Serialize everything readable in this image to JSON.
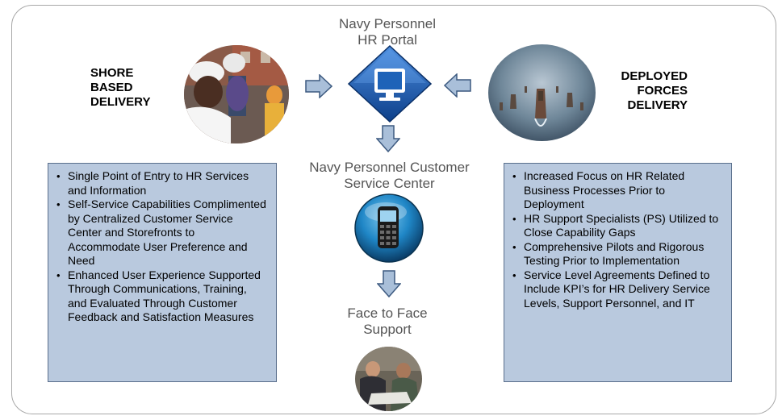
{
  "portal": {
    "title_line1": "Navy Personnel",
    "title_line2": "HR Portal",
    "icon": "computer-monitor-icon"
  },
  "customer_service": {
    "title_line1": "Navy Personnel Customer",
    "title_line2": "Service Center",
    "icon": "mobile-phone-icon"
  },
  "face_to_face": {
    "title_line1": "Face to Face",
    "title_line2": "Support"
  },
  "shore": {
    "label_line1": "SHORE",
    "label_line2": "BASED",
    "label_line3": "DELIVERY"
  },
  "deployed": {
    "label_line1": "DEPLOYED",
    "label_line2": "FORCES",
    "label_line3": "DELIVERY"
  },
  "left_bullets": [
    "Single Point of Entry to HR Services and Information",
    "Self-Service Capabilities Complimented by Centralized Customer Service Center and Storefronts to Accommodate User Preference and Need",
    "Enhanced User Experience Supported Through Communications, Training, and Evaluated Through Customer Feedback and Satisfaction Measures"
  ],
  "right_bullets": [
    "Increased Focus on HR Related Business Processes Prior to Deployment",
    "HR Support Specialists (PS) Utilized to Close Capability Gaps",
    "Comprehensive Pilots and Rigorous Testing Prior to Implementation",
    " Service Level Agreements Defined to Include KPI’s for HR Delivery Service Levels, Support Personnel, and IT"
  ],
  "colors": {
    "box_fill": "#b9c9de",
    "box_border": "#5a6f8c",
    "arrow_fill": "#a9bfd9",
    "icon_blue": "#1e63b8"
  }
}
